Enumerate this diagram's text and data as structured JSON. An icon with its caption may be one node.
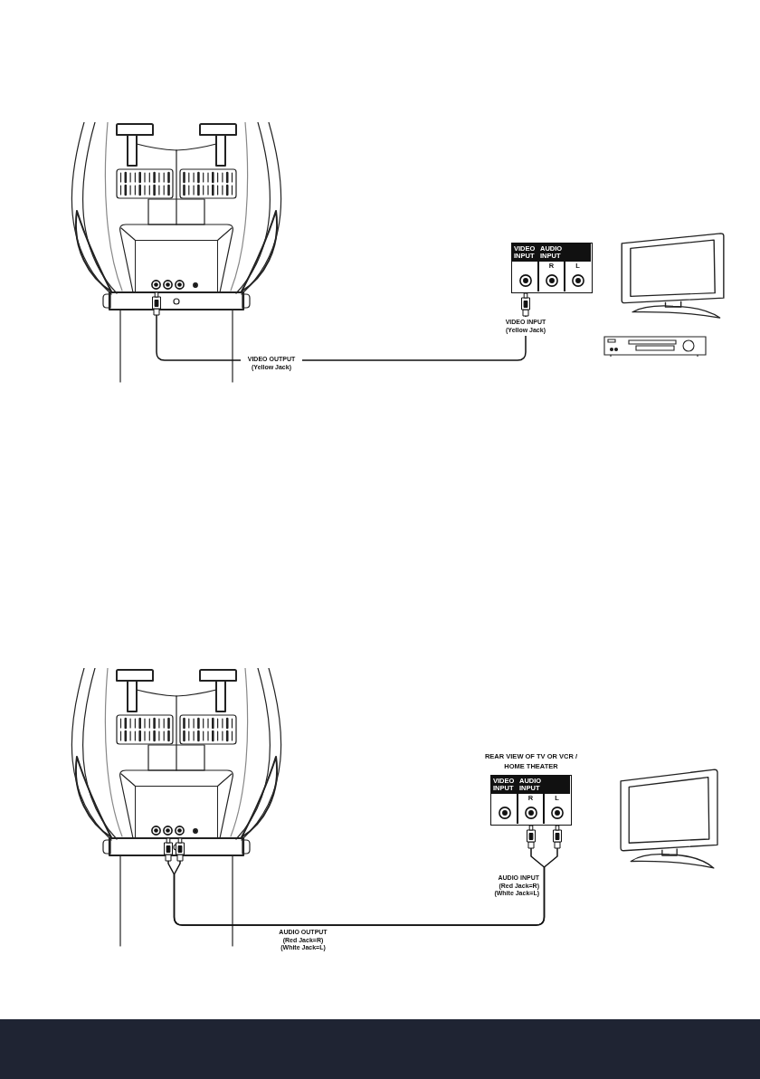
{
  "diagram": {
    "nodes": [
      {
        "text": [],
        "shape": "picture"
      },
      {
        "text": [],
        "shape": "box",
        "in": 0
      },
      {
        "text": [
          "VIDEO INPUT",
          "AUDIO INPUT",
          "R",
          "L"
        ]
      },
      {
        "text": [],
        "shape": "picture"
      },
      {
        "text": [],
        "shape": "picture"
      },
      {
        "text": [],
        "shape": "picture"
      },
      {
        "text": [],
        "shape": "box",
        "in": 5
      },
      {
        "text": [
          "REAR VIEW OF TV OR VCR / HOME THEATER",
          "VIDEO INPUT",
          "AUDIO INPUT",
          "R",
          "L"
        ]
      },
      {
        "text": [],
        "shape": "picture"
      }
    ],
    "edges": [
      {
        "from": 1,
        "to": 2,
        "arrow": "other",
        "label": "VIDEO OUTPUT (Yellow Jack)"
      },
      {
        "from": 6,
        "to": 7,
        "arrow": "other",
        "label": "AUDIO OUTPUT (Red Jack=R) (White Jack=L)"
      },
      {
        "from": 6,
        "to": 7,
        "arrow": "other"
      }
    ],
    "labels": [
      "VIDEO INPUT (Yellow Jack)",
      "AUDIO INPUT (Red Jack=R) (White Jack=L)"
    ]
  }
}
